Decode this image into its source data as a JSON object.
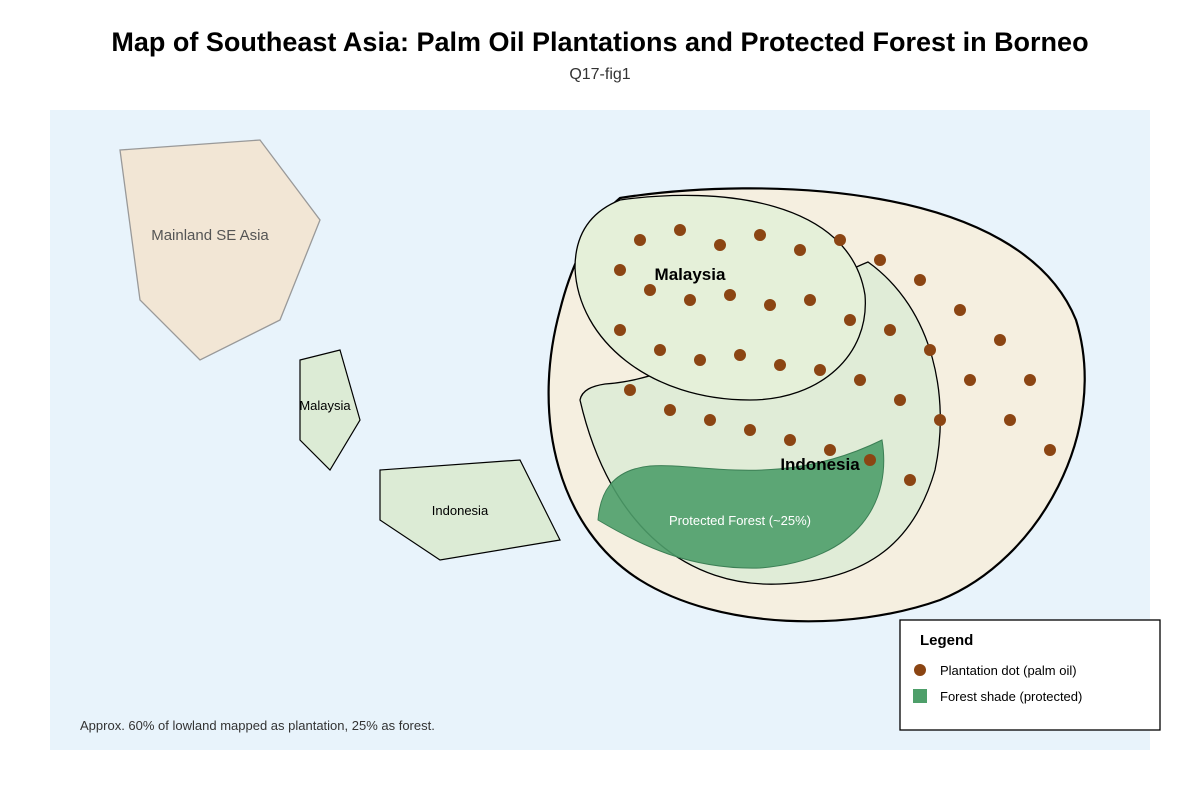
{
  "title": "Map of Southeast Asia: Palm Oil Plantations and Protected Forest in Borneo",
  "subtitle": "Q17-fig1",
  "colors": {
    "ocean": "#e8f3fb",
    "mainland": "#f2e6d5",
    "malaysia_fill": "#dcebd5",
    "island_fill": "#f5efe0",
    "forest": "#4e9f6a",
    "plantation_dot": "#8b4513"
  },
  "regions": {
    "mainland": "Mainland SE Asia",
    "peninsula": "Malaysia",
    "sumatra": "Indonesia",
    "borneo_north": "Malaysia",
    "borneo_south": "Indonesia"
  },
  "forest_label": "Protected Forest (~25%)",
  "note": "Approx. 60% of lowland mapped as plantation, 25% as forest.",
  "legend": {
    "title": "Legend",
    "items": [
      {
        "label": "Plantation dot (palm oil)",
        "symbol": "circle",
        "color": "#8b4513"
      },
      {
        "label": "Forest shade (protected)",
        "symbol": "square",
        "color": "#4e9f6a"
      }
    ]
  },
  "stats": {
    "plantation_share_percent": 60,
    "forest_share_percent": 25
  }
}
